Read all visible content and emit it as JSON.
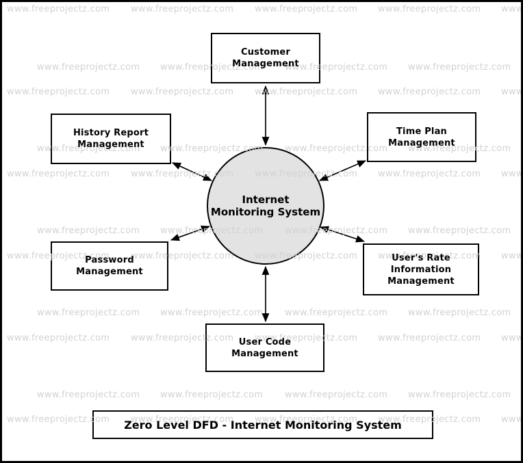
{
  "watermark": {
    "text": "www.freeprojectz.com"
  },
  "diagram": {
    "process": {
      "lines": [
        "Internet",
        "Monitoring System"
      ]
    },
    "entities": [
      {
        "lines": [
          "Customer",
          "Management"
        ]
      },
      {
        "lines": [
          "History Report",
          "Management"
        ]
      },
      {
        "lines": [
          "Time Plan",
          "Management"
        ]
      },
      {
        "lines": [
          "Password",
          "Management"
        ]
      },
      {
        "lines": [
          "User's Rate",
          "Information",
          "Management"
        ]
      },
      {
        "lines": [
          "User Code",
          "Management"
        ]
      }
    ],
    "caption": "Zero Level DFD - Internet Monitoring System"
  },
  "colors": {
    "background": "#ffffff",
    "stroke": "#000000",
    "process_fill": "#e3e3e3",
    "watermark": "#d2d2d2"
  }
}
